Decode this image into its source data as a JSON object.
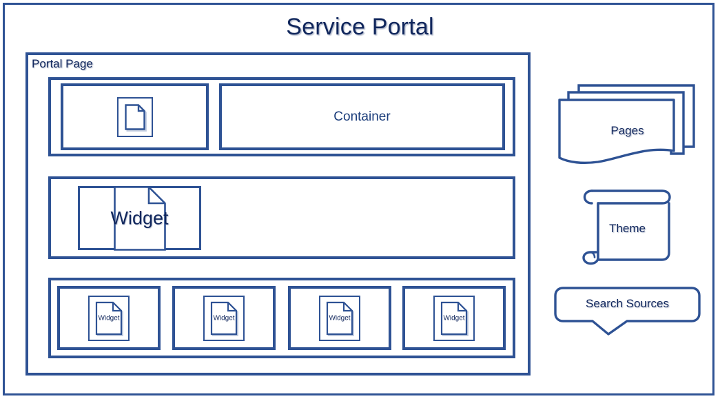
{
  "diagram": {
    "title": "Service Portal",
    "accent_color": "#2e5294",
    "text_color": "#10265c",
    "background": "#ffffff"
  },
  "portal_page": {
    "label": "Portal Page",
    "rows": [
      {
        "name": "top-row",
        "cells": [
          {
            "type": "widget-icon",
            "label": "",
            "icon": "document-icon"
          },
          {
            "type": "container",
            "label": "Container",
            "icon": ""
          }
        ]
      },
      {
        "name": "middle-row",
        "cells": [
          {
            "type": "widget-large",
            "label": "Widget",
            "icon": "document-icon"
          }
        ]
      },
      {
        "name": "bottom-row",
        "cells": [
          {
            "type": "widget-small",
            "label": "Widget",
            "icon": "document-icon"
          },
          {
            "type": "widget-small",
            "label": "Widget",
            "icon": "document-icon"
          },
          {
            "type": "widget-small",
            "label": "Widget",
            "icon": "document-icon"
          },
          {
            "type": "widget-small",
            "label": "Widget",
            "icon": "document-icon"
          }
        ]
      }
    ]
  },
  "side_shapes": [
    {
      "name": "pages",
      "label": "Pages",
      "icon": "multi-document-icon"
    },
    {
      "name": "theme",
      "label": "Theme",
      "icon": "scroll-icon"
    },
    {
      "name": "search-sources",
      "label": "Search Sources",
      "icon": "callout-icon"
    }
  ]
}
